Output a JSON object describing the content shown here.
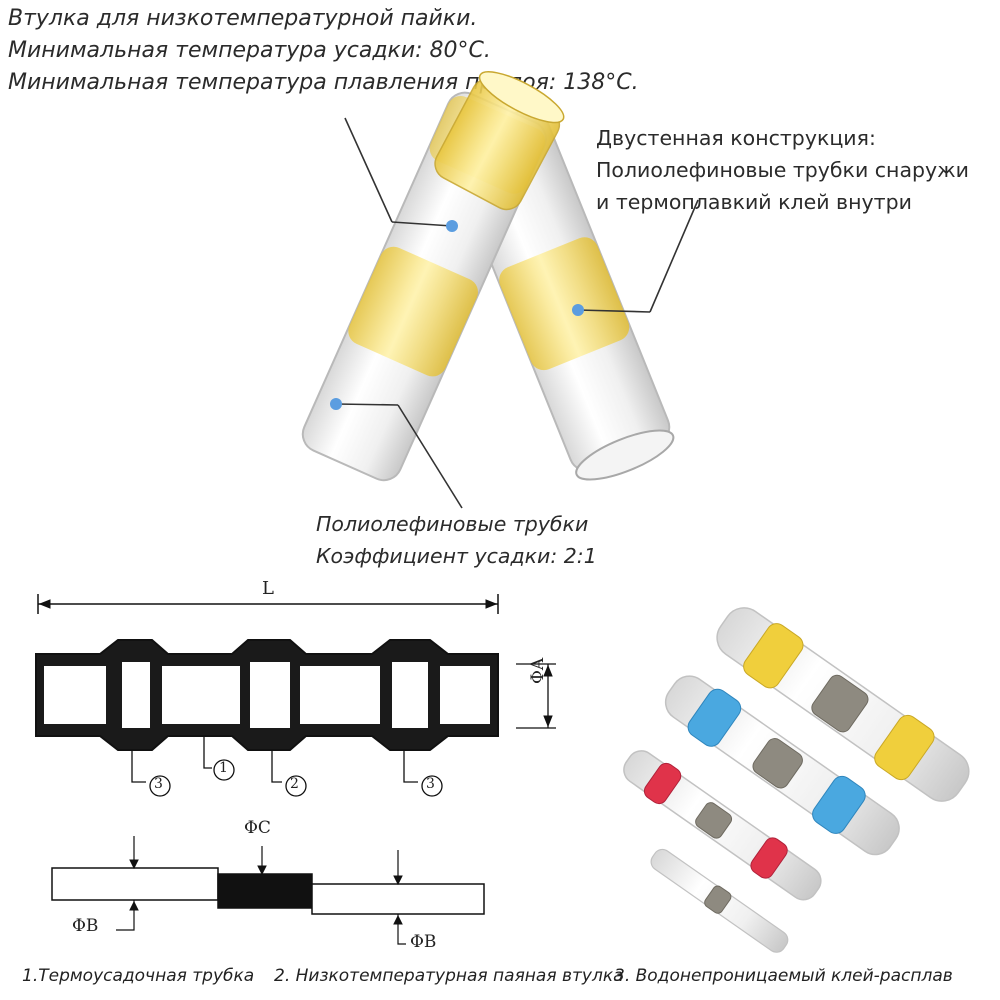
{
  "header": {
    "line1": "Втулка для низкотемпературной пайки.",
    "line2": "Минимальная температура усадки: 80°C.",
    "line3": "Минимальная температура плавления припоя: 138°C."
  },
  "callout_right": {
    "line1": "Двустенная конструкция:",
    "line2": "Полиолефиновые трубки снаружи",
    "line3": "и термоплавкий клей внутри"
  },
  "callout_bottom": {
    "line1": "Полиолефиновые трубки",
    "line2": "Коэффициент усадки: 2:1"
  },
  "diagram_labels": {
    "length": "L",
    "diameter_a": "ΦA",
    "diameter_b": "ΦB",
    "diameter_c": "ΦC",
    "marker_1": "1",
    "marker_2": "2",
    "marker_3": "3"
  },
  "captions": {
    "item1": "1.Термоусадочная трубка",
    "item2": "2. Низкотемпературная паяная втулка",
    "item3": "3. Водонепроницаемый клей-расплав"
  },
  "colors": {
    "yellow_band": "#f2d64a",
    "blue_band": "#4aa8e0",
    "red_band": "#e0334a",
    "solder_sleeve": "#8e8a80",
    "dot": "#5b9de0"
  }
}
